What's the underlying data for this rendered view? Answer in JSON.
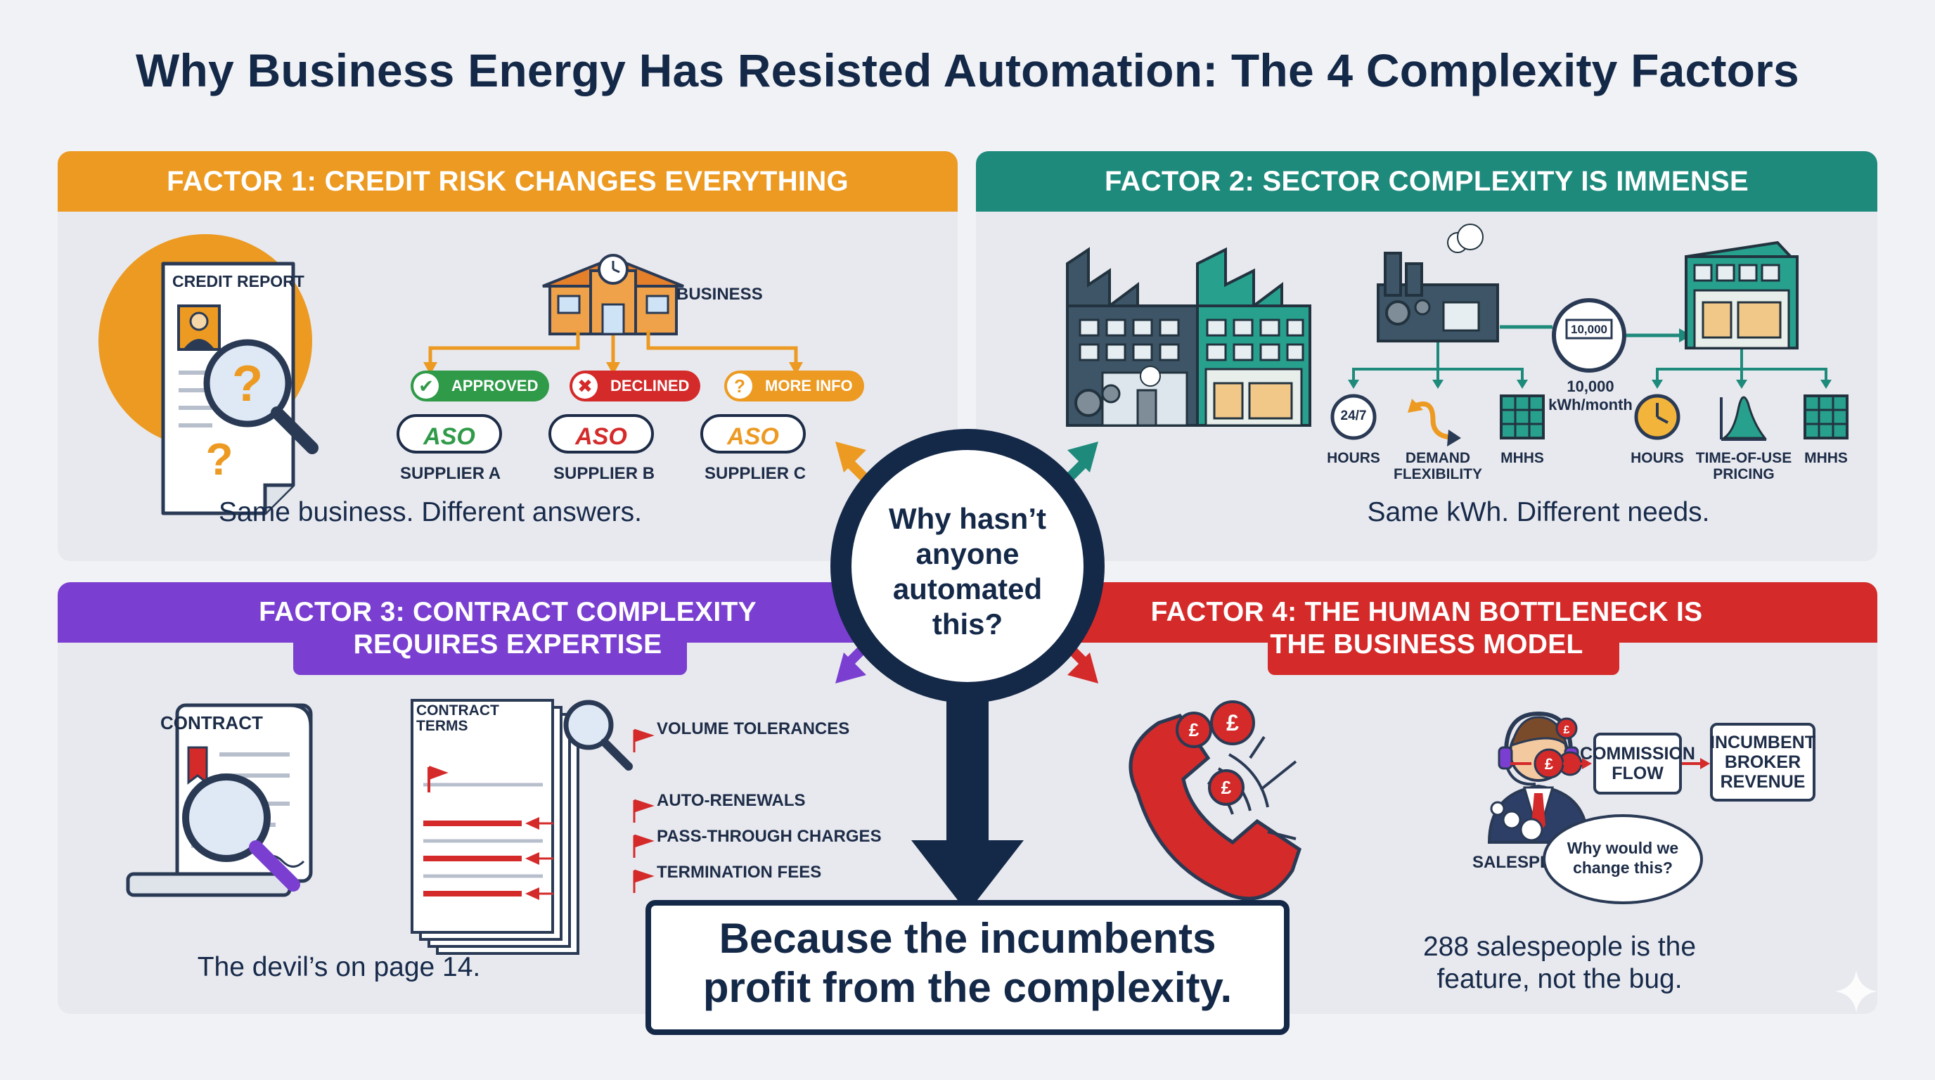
{
  "title": "Why Business Energy Has Resisted Automation: The 4 Complexity Factors",
  "colors": {
    "orange": "#ec9a22",
    "teal": "#1e8a7c",
    "purple": "#7a3fd1",
    "red": "#d42a2a",
    "navy": "#142848"
  },
  "factor1": {
    "header": "FACTOR 1: CREDIT RISK CHANGES EVERYTHING",
    "report_label": "CREDIT REPORT",
    "business_label": "BUSINESS",
    "outcomes": [
      {
        "status": "APPROVED",
        "supplier": "SUPPLIER A",
        "logo": "ASO"
      },
      {
        "status": "DECLINED",
        "supplier": "SUPPLIER B",
        "logo": "ASO"
      },
      {
        "status": "MORE INFO",
        "supplier": "SUPPLIER C",
        "logo": "ASO"
      }
    ],
    "caption": "Same business. Different answers."
  },
  "factor2": {
    "header": "FACTOR 2: SECTOR COMPLEXITY IS IMMENSE",
    "meter_reading": "10,000",
    "meter_label": "10,000\nkWh/month",
    "clock_label": "24/7",
    "left_needs": [
      "HOURS",
      "DEMAND\nFLEXIBILITY",
      "MHHS"
    ],
    "right_needs": [
      "HOURS",
      "TIME-OF-USE\nPRICING",
      "MHHS"
    ],
    "caption": "Same kWh. Different needs."
  },
  "factor3": {
    "header_line1": "FACTOR 3: CONTRACT COMPLEXITY",
    "header_line2": "REQUIRES EXPERTISE",
    "contract_label": "CONTRACT",
    "terms_label": "CONTRACT\nTERMS",
    "flags": [
      "VOLUME TOLERANCES",
      "AUTO-RENEWALS",
      "PASS-THROUGH CHARGES",
      "TERMINATION FEES"
    ],
    "caption": "The devil’s on page 14."
  },
  "factor4": {
    "header_line1": "FACTOR 4: THE HUMAN BOTTLENECK IS",
    "header_line2": "THE BUSINESS MODEL",
    "currency": "£",
    "salesperson_label": "SALESPERSON",
    "commission_label": "COMMISSION\nFLOW",
    "revenue_label": "INCUMBENT\nBROKER\nREVENUE",
    "thought": "Why would we\nchange this?",
    "caption": "288 salespeople is the\nfeature, not the bug."
  },
  "center": {
    "question": "Why hasn’t\nanyone\nautomated\nthis?",
    "answer": "Because the incumbents\nprofit from the complexity."
  }
}
